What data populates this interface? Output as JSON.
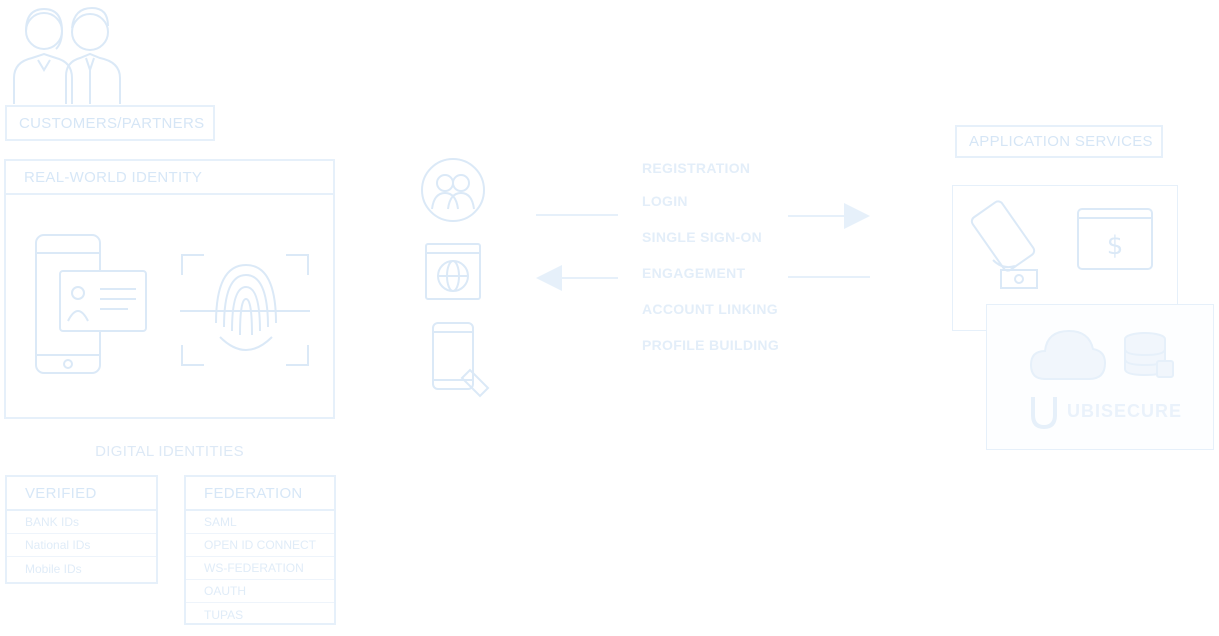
{
  "customers_label": "CUSTOMERS/PARTNERS",
  "real_world": {
    "title": "REAL-WORLD IDENTITY"
  },
  "digital": {
    "title": "DIGITAL IDENTITIES",
    "verified": {
      "title": "VERIFIED",
      "items": [
        "BANK IDs",
        "National IDs",
        "Mobile IDs"
      ]
    },
    "federation": {
      "title": "FEDERATION",
      "items": [
        "SAML",
        "OPEN ID CONNECT",
        "WS-FEDERATION",
        "OAUTH",
        "TUPAS"
      ]
    }
  },
  "center_menu": {
    "items": [
      "REGISTRATION",
      "LOGIN",
      "SINGLE SIGN-ON",
      "ENGAGEMENT",
      "ACCOUNT LINKING",
      "PROFILE BUILDING"
    ]
  },
  "app_services": {
    "title": "APPLICATION SERVICES",
    "brand": "UBISECURE"
  },
  "colors": {
    "line": "#e6f0fa",
    "icon": "#dbe9f7",
    "text": "#d7e7f7"
  }
}
